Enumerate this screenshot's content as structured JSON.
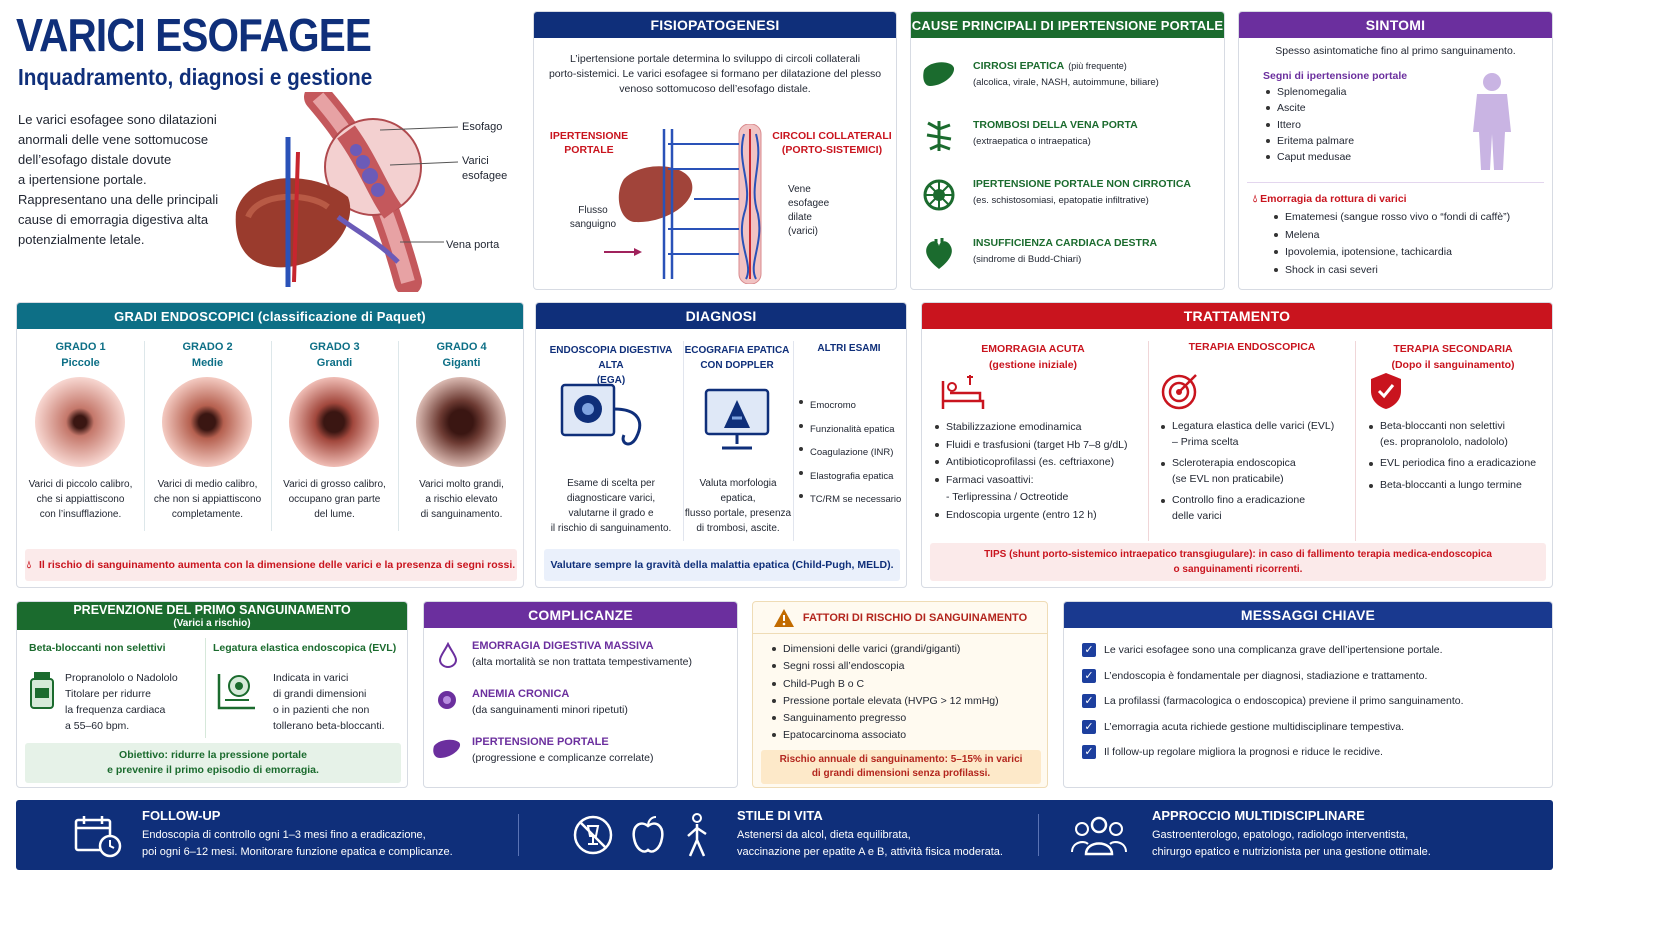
{
  "title": "VARICI ESOFAGEE",
  "subtitle": "Inquadramento, diagnosi e gestione",
  "intro": [
    "Le varici esofagee sono dilatazioni",
    "anormali delle vene sottomucose",
    "dell’esofago distale dovute",
    "a ipertensione portale.",
    "Rappresentano una delle principali",
    "cause di emorragia digestiva alta",
    "potenzialmente letale."
  ],
  "hero_labels": {
    "esofago": "Esofago",
    "varici1": "Varici",
    "varici2": "esofagee",
    "vena": "Vena porta"
  },
  "fisio": {
    "title": "FISIOPATOGENESI",
    "text": [
      "L’ipertensione portale determina lo sviluppo di circoli collaterali",
      "porto-sistemici. Le varici esofagee si formano per dilatazione del plesso",
      "venoso sottomucoso dell’esofago distale."
    ],
    "left1": "IPERTENSIONE",
    "left2": "PORTALE",
    "right1": "CIRCOLI COLLATERALI",
    "right2": "(PORTO-SISTEMICI)",
    "flusso1": "Flusso",
    "flusso2": "sanguigno",
    "vene": [
      "Vene",
      "esofagee",
      "dilate",
      "(varici)"
    ]
  },
  "cause": {
    "title": "CAUSE PRINCIPALI DI IPERTENSIONE PORTALE",
    "items": [
      {
        "name": "CIRROSI EPATICA",
        "extra": "(più frequente)",
        "desc": "(alcolica, virale, NASH, autoimmune, biliare)",
        "icon": "liver-icon"
      },
      {
        "name": "TROMBOSI DELLA VENA PORTA",
        "extra": "",
        "desc": "(extraepatica o intraepatica)",
        "icon": "vein-icon"
      },
      {
        "name": "IPERTENSIONE PORTALE NON CIRROTICA",
        "extra": "",
        "desc": "(es. schistosomiasi, epatopatie infiltrative)",
        "icon": "virus-icon"
      },
      {
        "name": "INSUFFICIENZA CARDIACA DESTRA",
        "extra": "",
        "desc": "(sindrome di Budd-Chiari)",
        "icon": "heart-icon"
      }
    ]
  },
  "sintomi": {
    "title": "SINTOMI",
    "intro": "Spesso asintomatiche fino al primo sanguinamento.",
    "segni_title": "Segni di ipertensione portale",
    "segni": [
      "Splenomegalia",
      "Ascite",
      "Ittero",
      "Eritema palmare",
      "Caput medusae"
    ],
    "emo_title": "Emorragia da rottura di varici",
    "emo": [
      "Ematemesi (sangue rosso vivo o “fondi di caffè”)",
      "Melena",
      "Ipovolemia, ipotensione, tachicardia",
      "Shock in casi severi"
    ]
  },
  "gradi": {
    "title": "GRADI ENDOSCOPICI (classificazione di Paquet)",
    "items": [
      {
        "g": "GRADO 1",
        "n": "Piccole",
        "d": [
          "Varici di piccolo calibro,",
          "che si appiattiscono",
          "con l’insufflazione."
        ]
      },
      {
        "g": "GRADO 2",
        "n": "Medie",
        "d": [
          "Varici di medio calibro,",
          "che non si appiattiscono",
          "completamente."
        ]
      },
      {
        "g": "GRADO 3",
        "n": "Grandi",
        "d": [
          "Varici di grosso calibro,",
          "occupano gran parte",
          "del lume."
        ]
      },
      {
        "g": "GRADO 4",
        "n": "Giganti",
        "d": [
          "Varici molto grandi,",
          "a rischio elevato",
          "di sanguinamento."
        ]
      }
    ],
    "note": "Il rischio di sanguinamento aumenta con la dimensione delle varici e la presenza di segni rossi."
  },
  "diagnosi": {
    "title": "DIAGNOSI",
    "c1t": [
      "ENDOSCOPIA DIGESTIVA ALTA",
      "(EGA)"
    ],
    "c1d": [
      "Esame di scelta per",
      "diagnosticare varici,",
      "valutarne il grado e",
      "il rischio di sanguinamento."
    ],
    "c2t": [
      "ECOGRAFIA EPATICA",
      "CON DOPPLER"
    ],
    "c2d": [
      "Valuta morfologia epatica,",
      "flusso portale, presenza",
      "di trombosi, ascite."
    ],
    "c3t": "ALTRI ESAMI",
    "c3": [
      "Emocromo",
      "Funzionalità epatica",
      "Coagulazione (INR)",
      "Elastografia epatica",
      "TC/RM se necessario"
    ],
    "note": "Valutare sempre la gravità della malattia epatica (Child-Pugh, MELD)."
  },
  "tratt": {
    "title": "TRATTAMENTO",
    "c1t": [
      "EMORRAGIA ACUTA",
      "(gestione iniziale)"
    ],
    "c1": [
      "Stabilizzazione emodinamica",
      "Fluidi e trasfusioni (target Hb 7–8 g/dL)",
      "Antibioticoprofilassi (es. ceftriaxone)",
      "Farmaci vasoattivi:",
      "Endoscopia urgente (entro 12 h)"
    ],
    "c1sub": "- Terlipressina / Octreotide",
    "c2t": "TERAPIA ENDOSCOPICA",
    "c2": [
      [
        "Legatura elastica delle varici (EVL)",
        "– Prima scelta"
      ],
      [
        "Scleroterapia endoscopica",
        "(se EVL non praticabile)"
      ],
      [
        "Controllo fino a eradicazione",
        "delle varici"
      ]
    ],
    "c3t": [
      "TERAPIA SECONDARIA",
      "(Dopo il sanguinamento)"
    ],
    "c3": [
      [
        "Beta-bloccanti non selettivi",
        "(es. propranololo, nadololo)"
      ],
      [
        "EVL periodica fino a eradicazione"
      ],
      [
        "Beta-bloccanti a lungo termine"
      ]
    ],
    "note": [
      "TIPS (shunt porto-sistemico intraepatico transgiugulare): in caso di fallimento terapia medica-endoscopica",
      "o sanguinamenti ricorrenti."
    ]
  },
  "prev": {
    "title": "PREVENZIONE DEL PRIMO SANGUINAMENTO",
    "sub": "(Varici a rischio)",
    "c1t": "Beta-bloccanti non selettivi",
    "c1": [
      "Propranololo o Nadololo",
      "Titolare per ridurre",
      "la frequenza cardiaca",
      "a 55–60 bpm."
    ],
    "c2t": "Legatura elastica endoscopica (EVL)",
    "c2": [
      "Indicata in varici",
      "di grandi dimensioni",
      "o in pazienti che non",
      "tollerano beta-bloccanti."
    ],
    "note": [
      "Obiettivo: ridurre la pressione portale",
      "e prevenire il primo episodio di emorragia."
    ]
  },
  "compl": {
    "title": "COMPLICANZE",
    "items": [
      {
        "t": "EMORRAGIA DIGESTIVA MASSIVA",
        "d": "(alta mortalità se non trattata tempestivamente)"
      },
      {
        "t": "ANEMIA CRONICA",
        "d": "(da sanguinamenti minori ripetuti)"
      },
      {
        "t": "IPERTENSIONE PORTALE",
        "d": "(progressione e complicanze correlate)"
      }
    ]
  },
  "rischio": {
    "title": "FATTORI DI RISCHIO DI SANGUINAMENTO",
    "items": [
      "Dimensioni delle varici (grandi/giganti)",
      "Segni rossi all’endoscopia",
      "Child-Pugh B o C",
      "Pressione portale elevata (HVPG > 12 mmHg)",
      "Sanguinamento pregresso",
      "Epatocarcinoma associato"
    ],
    "note": [
      "Rischio annuale di sanguinamento: 5–15% in varici",
      "di grandi dimensioni senza profilassi."
    ]
  },
  "messaggi": {
    "title": "MESSAGGI CHIAVE",
    "items": [
      "Le varici esofagee sono una complicanza grave dell’ipertensione portale.",
      "L’endoscopia è fondamentale per diagnosi, stadiazione e trattamento.",
      "La profilassi (farmacologica o endoscopica) previene il primo sanguinamento.",
      "L’emorragia acuta richiede gestione multidisciplinare tempestiva.",
      "Il follow-up regolare migliora la prognosi e riduce le recidive."
    ]
  },
  "footer": {
    "f1t": "FOLLOW-UP",
    "f1": [
      "Endoscopia di controllo ogni 1–3 mesi fino a eradicazione,",
      "poi ogni 6–12 mesi. Monitorare funzione epatica e complicanze."
    ],
    "f2t": "STILE DI VITA",
    "f2": [
      "Astenersi da alcol, dieta equilibrata,",
      "vaccinazione per epatite A e B, attività fisica moderata."
    ],
    "f3t": "APPROCCIO MULTIDISCIPLINARE",
    "f3": [
      "Gastroenterologo, epatologo, radiologo interventista,",
      "chirurgo epatico e nutrizionista per una gestione ottimale."
    ]
  }
}
